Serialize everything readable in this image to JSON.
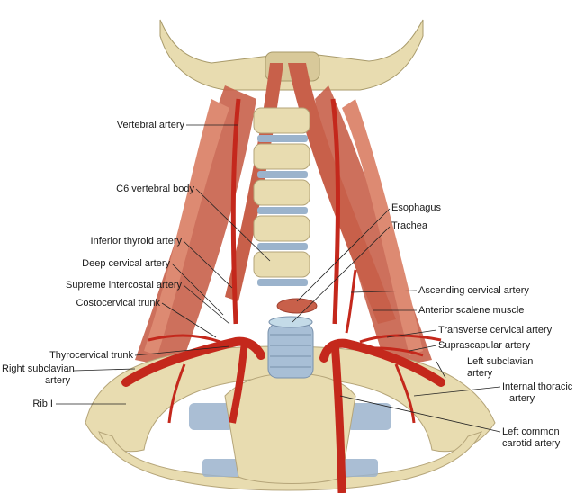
{
  "labels": {
    "vertebral_artery": "Vertebral artery",
    "c6_vertebral_body": "C6 vertebral body",
    "esophagus": "Esophagus",
    "trachea": "Trachea",
    "inferior_thyroid_artery": "Inferior thyroid artery",
    "deep_cervical_artery": "Deep cervical artery",
    "supreme_intercostal_artery": "Supreme intercostal artery",
    "costocervical_trunk": "Costocervical trunk",
    "ascending_cervical_artery": "Ascending cervical artery",
    "anterior_scalene_muscle": "Anterior scalene muscle",
    "transverse_cervical_artery": "Transverse cervical artery",
    "suprascapular_artery": "Suprascapular artery",
    "thyrocervical_trunk": "Thyrocervical trunk",
    "right_subclavian_artery_1": "Right subclavian",
    "right_subclavian_artery_2": "artery",
    "left_subclavian_artery_1": "Left subclavian",
    "left_subclavian_artery_2": "artery",
    "internal_thoracic_artery_1": "Internal thoracic",
    "internal_thoracic_artery_2": "artery",
    "rib_i": "Rib I",
    "left_common_carotid_artery_1": "Left common",
    "left_common_carotid_artery_2": "carotid artery"
  },
  "colors": {
    "bone": "#e8dcb0",
    "bone_shadow": "#c9b98a",
    "muscle": "#c8604a",
    "muscle_light": "#dd8a72",
    "artery": "#c4281c",
    "disc": "#9bb3cc",
    "trachea": "#a8bfd6",
    "leader": "#222222"
  }
}
